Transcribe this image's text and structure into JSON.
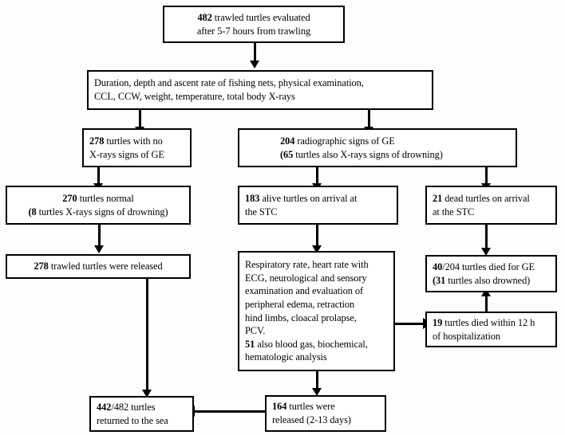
{
  "figure": {
    "type": "flowchart",
    "subject": "Sea turtle trawling study participant flow",
    "line_color": "#000000",
    "box_fill": "#ffffff",
    "background": "#fdfdfd"
  },
  "nodes": {
    "n1": {
      "id": "evaluated",
      "lines": [
        {
          "bold": "482",
          "rest": " trawled turtles evaluated"
        },
        {
          "bold": "",
          "rest": "after 5-7 hours from trawling"
        }
      ]
    },
    "n2": {
      "id": "assessments",
      "lines": [
        {
          "bold": "",
          "rest": "Duration, depth and ascent rate of fishing nets, physical examination,"
        },
        {
          "bold": "",
          "rest": "CCL, CCW, weight, temperature, total body X-rays"
        }
      ]
    },
    "n3": {
      "id": "no-ge-signs",
      "lines": [
        {
          "bold": "278",
          "rest": " turtles with no"
        },
        {
          "bold": "",
          "rest": "X-rays signs of GE"
        }
      ]
    },
    "n4": {
      "id": "radiographic-ge",
      "lines": [
        {
          "bold": "204",
          "rest": " radiographic signs of GE"
        },
        {
          "bold": "(65",
          "rest": " turtles also X-rays signs of drowning)"
        }
      ]
    },
    "n5": {
      "id": "normal-turtles",
      "lines": [
        {
          "bold": "270",
          "rest": " turtles normal"
        },
        {
          "bold": "(8",
          "rest": " turtles X-rays signs of drowning)"
        }
      ]
    },
    "n6": {
      "id": "alive-on-arrival",
      "lines": [
        {
          "bold": "183",
          "rest": " alive turtles on arrival at"
        },
        {
          "bold": "",
          "rest": "the STC"
        }
      ]
    },
    "n7": {
      "id": "dead-on-arrival",
      "lines": [
        {
          "bold": "21",
          "rest": " dead turtles on arrival"
        },
        {
          "bold": "",
          "rest": "at the STC"
        }
      ]
    },
    "n8": {
      "id": "trawled-released",
      "lines": [
        {
          "bold": "278",
          "rest": " trawled turtles were released"
        }
      ]
    },
    "n9": {
      "id": "clinical-workup",
      "lines": [
        {
          "bold": "",
          "rest": "Respiratory rate, heart rate with"
        },
        {
          "bold": "",
          "rest": "ECG, neurological and sensory"
        },
        {
          "bold": "",
          "rest": "examination and evaluation of"
        },
        {
          "bold": "",
          "rest": "peripheral edema, retraction"
        },
        {
          "bold": "",
          "rest": "hind limbs, cloacal prolapse,"
        },
        {
          "bold": "",
          "rest": "PCV."
        },
        {
          "bold": "51",
          "rest": " also blood gas, biochemical,"
        },
        {
          "bold": "",
          "rest": "hematologic  analysis"
        }
      ]
    },
    "n10": {
      "id": "died-for-ge",
      "lines": [
        {
          "bold": "40",
          "rest": "/204 turtles died for GE"
        },
        {
          "bold": "(31",
          "rest": " turtles also drowned)"
        }
      ]
    },
    "n11": {
      "id": "died-within-12h",
      "lines": [
        {
          "bold": "19",
          "rest": " turtles died within 12 h"
        },
        {
          "bold": "",
          "rest": "of hospitalization"
        }
      ]
    },
    "n12": {
      "id": "returned-to-sea",
      "lines": [
        {
          "bold": "442",
          "rest": "/482 turtles"
        },
        {
          "bold": "",
          "rest": "returned to the sea"
        }
      ]
    },
    "n13": {
      "id": "released-2-13-days",
      "lines": [
        {
          "bold": "164",
          "rest": " turtles were"
        },
        {
          "bold": "",
          "rest": "released (2-13 days)"
        }
      ]
    }
  },
  "edges": [
    {
      "from": "evaluated",
      "to": "assessments"
    },
    {
      "from": "assessments",
      "to": "no-ge-signs"
    },
    {
      "from": "assessments",
      "to": "radiographic-ge"
    },
    {
      "from": "no-ge-signs",
      "to": "normal-turtles"
    },
    {
      "from": "radiographic-ge",
      "to": "alive-on-arrival"
    },
    {
      "from": "radiographic-ge",
      "to": "dead-on-arrival"
    },
    {
      "from": "normal-turtles",
      "to": "trawled-released"
    },
    {
      "from": "alive-on-arrival",
      "to": "clinical-workup"
    },
    {
      "from": "dead-on-arrival",
      "to": "died-for-ge"
    },
    {
      "from": "clinical-workup",
      "to": "died-within-12h"
    },
    {
      "from": "died-within-12h",
      "to": "died-for-ge"
    },
    {
      "from": "clinical-workup",
      "to": "released-2-13-days"
    },
    {
      "from": "trawled-released",
      "to": "returned-to-sea"
    },
    {
      "from": "released-2-13-days",
      "to": "returned-to-sea"
    }
  ]
}
